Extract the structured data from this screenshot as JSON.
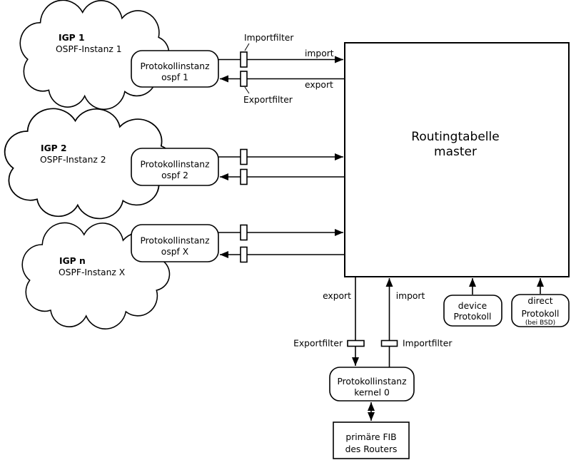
{
  "colors": {
    "line": "#000000",
    "fill": "#ffffff"
  },
  "clouds": [
    {
      "title": "IGP 1",
      "subtitle": "OSPF-Instanz 1"
    },
    {
      "title": "IGP 2",
      "subtitle": "OSPF-Instanz 2"
    },
    {
      "title": "IGP n",
      "subtitle": "OSPF-Instanz X"
    }
  ],
  "instances": [
    {
      "name": "Protokollinstanz",
      "id": "ospf 1"
    },
    {
      "name": "Protokollinstanz",
      "id": "ospf 2"
    },
    {
      "name": "Protokollinstanz",
      "id": "ospf X"
    }
  ],
  "routing_table": {
    "title": "Routingtabelle",
    "subtitle": "master"
  },
  "top_filters": {
    "import_label": "Importfilter",
    "export_label": "Exportfilter"
  },
  "top_flows": {
    "import": "import",
    "export": "export"
  },
  "bottom_flows": {
    "export": "export",
    "import": "import"
  },
  "bottom_filters": {
    "export_label": "Exportfilter",
    "import_label": "Importfilter"
  },
  "kernel_instance": {
    "name": "Protokollinstanz",
    "id": "kernel 0"
  },
  "fib": {
    "line1": "primäre FIB",
    "line2": "des Routers"
  },
  "device_protocol": {
    "line1": "device",
    "line2": "Protokoll"
  },
  "direct_protocol": {
    "line1": "direct",
    "line2": "Protokoll",
    "note": "(bei BSD)"
  }
}
